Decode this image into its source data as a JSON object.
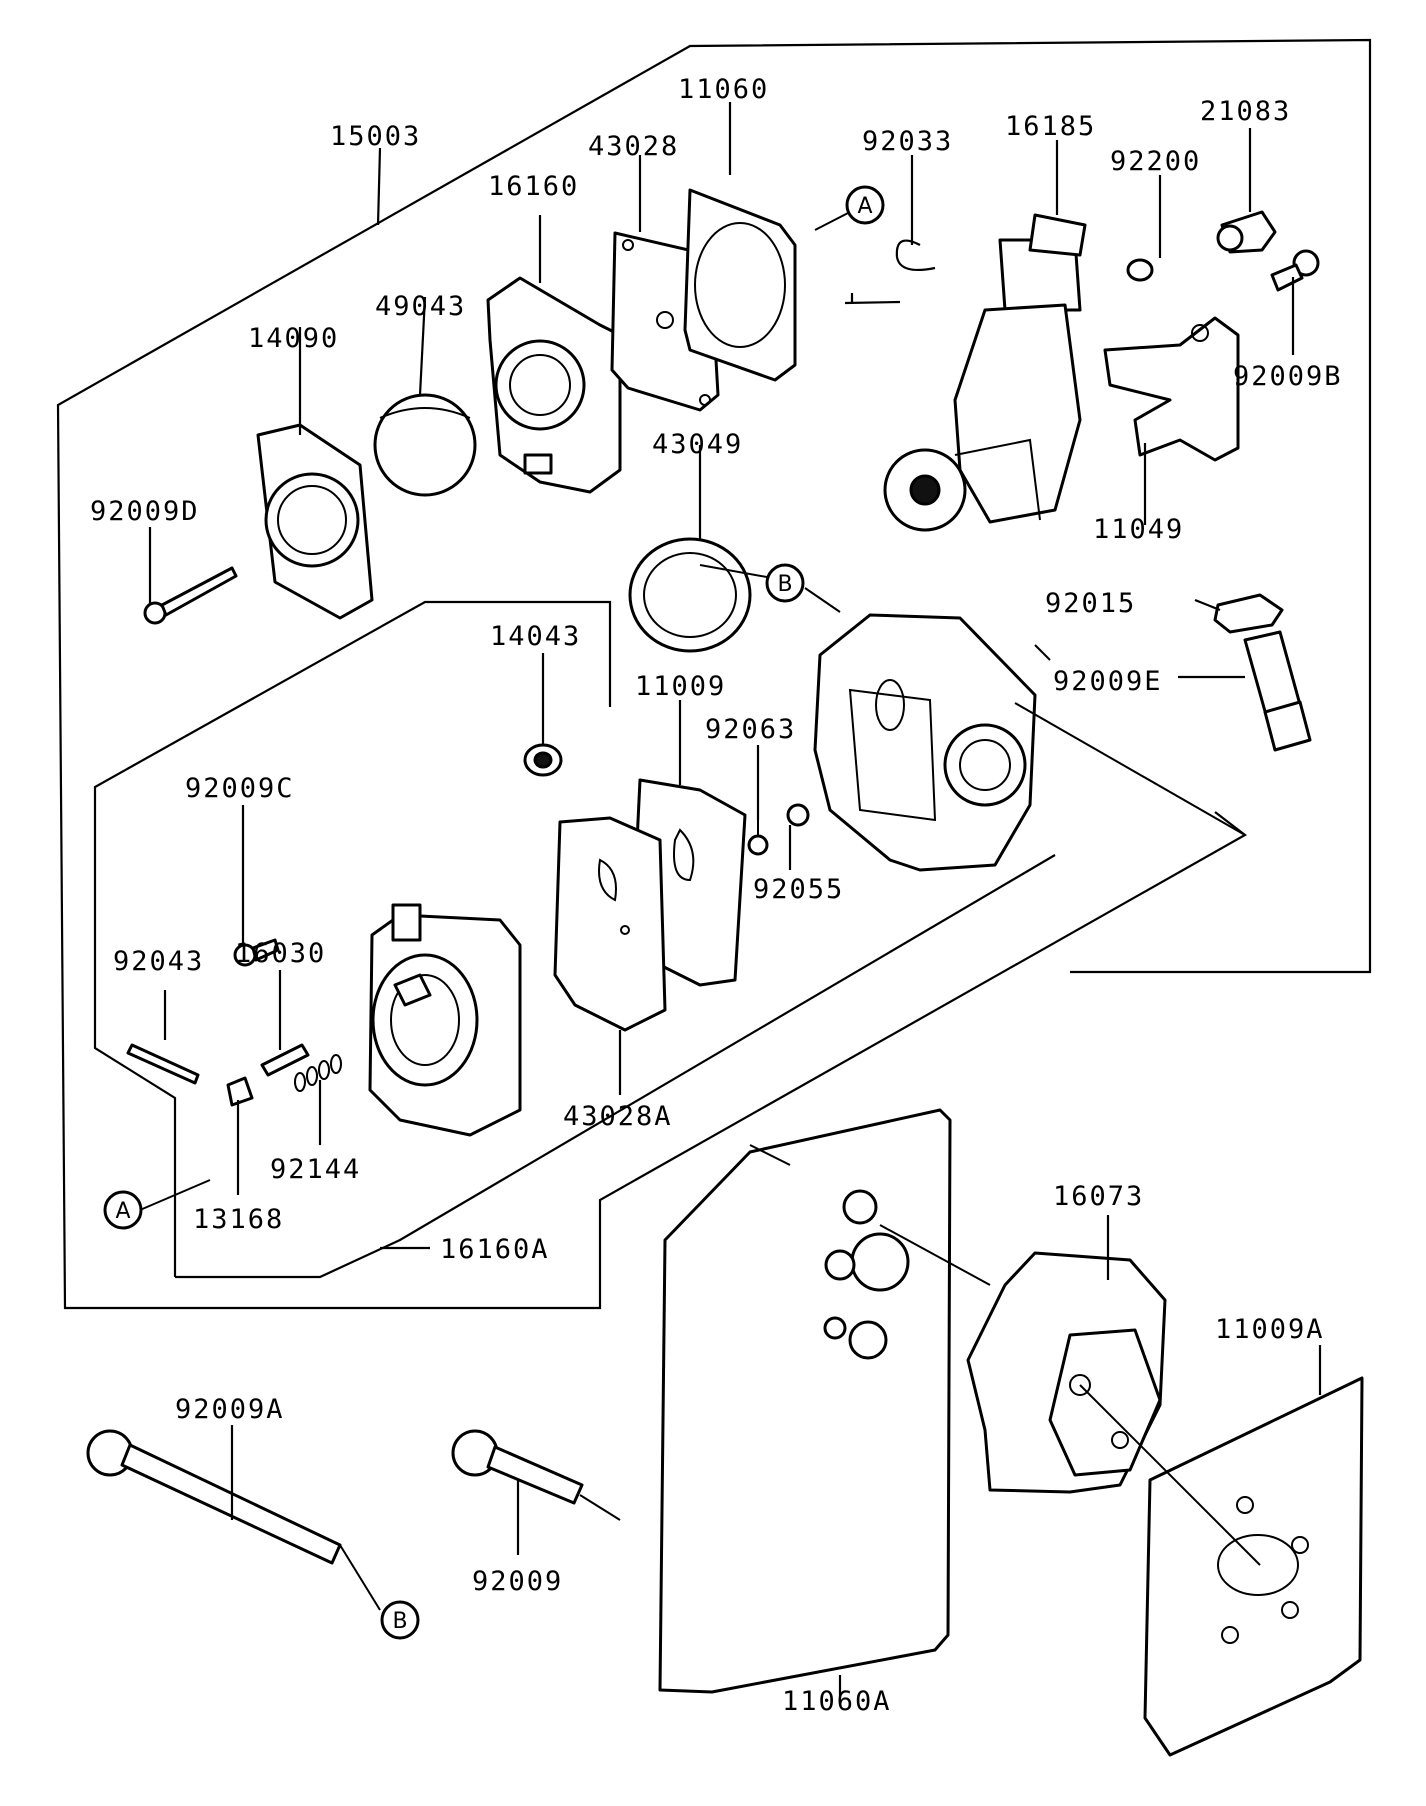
{
  "part_labels": {
    "p15003": "15003",
    "p11060": "11060",
    "p43028": "43028",
    "p16160": "16160",
    "p92033": "92033",
    "p16185": "16185",
    "p21083": "21083",
    "p92200": "92200",
    "p49043": "49043",
    "p14090": "14090",
    "p92009B": "92009B",
    "p43049": "43049",
    "p92009D": "92009D",
    "p11049": "11049",
    "p92015": "92015",
    "p92009E": "92009E",
    "p14043": "14043",
    "p11009": "11009",
    "p92063": "92063",
    "p92009C": "92009C",
    "p92055": "92055",
    "p92043": "92043",
    "p16030": "16030",
    "p43028A": "43028A",
    "p92144": "92144",
    "p13168": "13168",
    "p16160A": "16160A",
    "p16073": "16073",
    "p11009A": "11009A",
    "p92009A": "92009A",
    "p92009": "92009",
    "p11060A": "11060A"
  },
  "callouts": {
    "a_top": "A",
    "a_bottom": "A",
    "b_top": "B",
    "b_bottom": "B"
  }
}
